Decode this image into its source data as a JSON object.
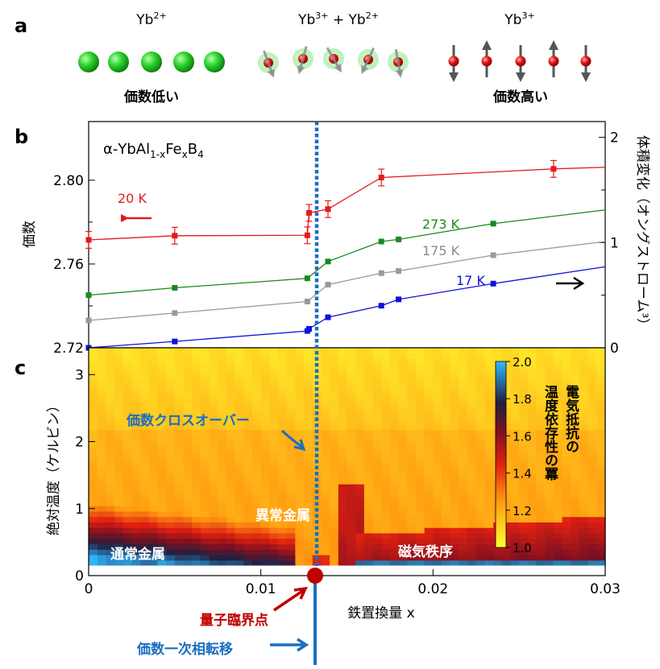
{
  "panel_a": {
    "letter": "a",
    "state_left": {
      "base": "Yb",
      "sup": "2+"
    },
    "state_mid_1": {
      "base": "Yb",
      "sup": "3+"
    },
    "state_mid_plus": " + ",
    "state_mid_2": {
      "base": "Yb",
      "sup": "2+"
    },
    "state_right": {
      "base": "Yb",
      "sup": "3+"
    },
    "caption_left": "価数低い",
    "caption_right": "価数高い",
    "colors": {
      "yb2": "#22cc22",
      "yb3": "#dd1111",
      "arrow": "#555555"
    }
  },
  "panel_b": {
    "letter": "b",
    "formula": {
      "alpha": "α-YbAl",
      "sub1": "1-x",
      "fe": "Fe",
      "sub2": "x",
      "b": "B",
      "sub3": "4"
    },
    "arrow_label_20K": "20 K",
    "colors": {
      "red": "#e41a1c",
      "green": "#1a8a1a",
      "gray": "#999999",
      "blue": "#1010dd",
      "cross": "#1a6fc0"
    }
  },
  "panel_c": {
    "letter": "c",
    "annotations": {
      "crossover": "価数クロスオーバー",
      "anomalous_metal": "異常金属",
      "normal_metal": "通常金属",
      "magnetic_order": "磁気秩序",
      "qcp": "量子臨界点",
      "first_order": "価数一次相転移"
    },
    "colorbar": {
      "ticks": [
        "2.0",
        "1.8",
        "1.6",
        "1.4",
        "1.2",
        "1.0"
      ],
      "title_line1": "電気抵抗の",
      "title_line2": "温度依存性の冪"
    },
    "colors": {
      "qcp": "#c00000",
      "blue_text": "#1a6fc0"
    }
  },
  "chart_data": [
    {
      "type": "line",
      "panel": "b",
      "ylabel": "価数",
      "y2label": "体積変化（オングストローム³）",
      "ylim": [
        2.72,
        2.828
      ],
      "y2lim": [
        0,
        2.15
      ],
      "xlim": [
        0,
        0.03
      ],
      "yticks": [
        "2.72",
        "2.76",
        "2.80"
      ],
      "y2ticks": [
        "0",
        "1",
        "2"
      ],
      "series": [
        {
          "name": "20 K",
          "axis": "left",
          "x": [
            0,
            0.005,
            0.0127,
            0.0128,
            0.0139,
            0.017,
            0.027,
            0.03
          ],
          "y": [
            2.7715,
            2.7735,
            2.7737,
            2.7844,
            2.7862,
            2.8013,
            2.8054,
            2.8062
          ],
          "err": [
            0.004,
            0.004,
            0.004,
            0.004,
            0.004,
            0.004,
            0.004,
            null
          ],
          "markers": [
            true,
            true,
            true,
            true,
            true,
            true,
            true,
            false
          ]
        },
        {
          "name": "273 K",
          "axis": "right",
          "x": [
            0,
            0.005,
            0.0127,
            0.0139,
            0.017,
            0.018,
            0.0235,
            0.03
          ],
          "y": [
            0.5,
            0.57,
            0.66,
            0.82,
            1.01,
            1.03,
            1.18,
            1.31
          ]
        },
        {
          "name": "175 K",
          "axis": "right",
          "x": [
            0,
            0.005,
            0.0127,
            0.0139,
            0.017,
            0.018,
            0.0235,
            0.03
          ],
          "y": [
            0.26,
            0.33,
            0.44,
            0.6,
            0.71,
            0.73,
            0.88,
            1.01
          ]
        },
        {
          "name": "17 K",
          "axis": "right",
          "x": [
            0,
            0.005,
            0.0127,
            0.0128,
            0.0139,
            0.017,
            0.018,
            0.0235,
            0.03
          ],
          "y": [
            0.0,
            0.06,
            0.16,
            0.18,
            0.29,
            0.4,
            0.46,
            0.61,
            0.77
          ]
        }
      ]
    },
    {
      "type": "heatmap",
      "panel": "c",
      "xlabel": "鉄置換量 x",
      "ylabel": "絶対温度（ケルビン）",
      "xlim": [
        0,
        0.03
      ],
      "ylim": [
        0,
        3.4
      ],
      "xticks": [
        "0",
        "0.01",
        "0.02",
        "0.03"
      ],
      "yticks": [
        "0",
        "1",
        "2",
        "3"
      ],
      "colorbar_range": [
        1.0,
        2.0
      ],
      "qcp": {
        "x": 0.0133,
        "y": 0.0
      },
      "crossover_x": 0.0133
    }
  ]
}
